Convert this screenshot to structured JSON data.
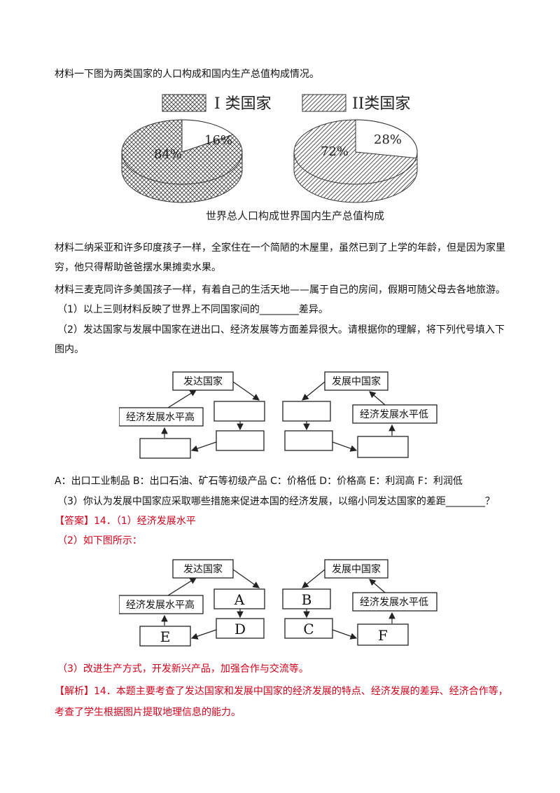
{
  "material1": "材料一下图为两类国家的人口构成和国内生产总值构成情况。",
  "figure1": {
    "legend1": "I 类国家",
    "legend2": "II类国家",
    "pie1_big": "84%",
    "pie1_small": "16%",
    "pie2_big": "72%",
    "pie2_small": "28%",
    "caption": "世界总人口构成世界国内生产总值构成",
    "pie1_share": 0.16,
    "pie2_share": 0.28
  },
  "material2_line1": "材料二纳采亚和许多印度孩子一样，全家住在一个简陋的木屋里，虽然已到了上学的年龄，但是因为家里",
  "material2_line2": "穷，他只得帮助爸爸摆水果摊卖水果。",
  "material3": "材料三麦克同许多美国孩子一样，有着自己的生活天地——属于自己的房间，假期可随父母去各地旅游。",
  "q1": "（1）以上三则材料反映了世界上不同国家间的________差异。",
  "q2_line1": "（2）发达国家与发展中国家在进出口、经济发展等方面差异很大。请根据你的理解，将下列代号填入下",
  "q2_line2": "图内。",
  "diagram": {
    "developed": "发达国家",
    "developing": "发展中国家",
    "high": "经济发展水平高",
    "low": "经济发展水平低"
  },
  "options": "A：出口工业制品 B：出口石油、矿石等初级产品 C：价格低 D：价格高 E：利润高 F：利润低",
  "q3": "（3）你认为发展中国家应采取哪些措施来促进本国的经济发展，以缩小同发达国家的差距________？",
  "answer1": "【答案】14．（1）经济发展水平",
  "answer2": "（2）如下图所示：",
  "answer_diagram": {
    "developed": "发达国家",
    "developing": "发展中国家",
    "high": "经济发展水平高",
    "low": "经济发展水平低",
    "box_a": "A",
    "box_d": "D",
    "box_e": "E",
    "box_b": "B",
    "box_c": "C",
    "box_f": "F"
  },
  "answer3": "（3）改进生产方式，开发新兴产品，加强合作与交流等。",
  "analysis1": "【解析】14．本题主要考查了发达国家和发展中国家的经济发展的特点、经济发展的差异、经济合作等，",
  "analysis2": "考查了学生根据图片提取地理信息的能力。"
}
